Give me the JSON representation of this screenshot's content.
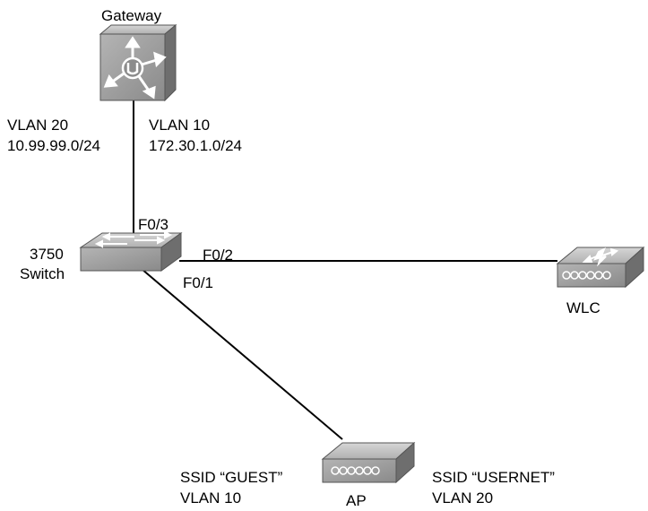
{
  "gateway": {
    "label": "Gateway"
  },
  "vlans_left": {
    "name": "VLAN 20",
    "subnet": "10.99.99.0/24"
  },
  "vlans_right": {
    "name": "VLAN 10",
    "subnet": "172.30.1.0/24"
  },
  "switch": {
    "model": "3750",
    "label": "Switch",
    "port_uplink": "F0/3",
    "port_wlc": "F0/2",
    "port_ap": "F0/1"
  },
  "wlc": {
    "label": "WLC"
  },
  "ap": {
    "label": "AP",
    "ssid_left": {
      "name": "SSID “GUEST”",
      "vlan": "VLAN 10"
    },
    "ssid_right": {
      "name": "SSID “USERNET”",
      "vlan": "VLAN 20"
    }
  },
  "colors": {
    "device_face": "#9a9a9a",
    "device_top": "#c8c8c8",
    "device_side": "#6e6e6e",
    "link": "#000000"
  },
  "icons": {
    "gateway": "router-icon",
    "switch": "switch-icon",
    "wlc": "wireless-controller-icon",
    "ap": "access-point-icon"
  }
}
